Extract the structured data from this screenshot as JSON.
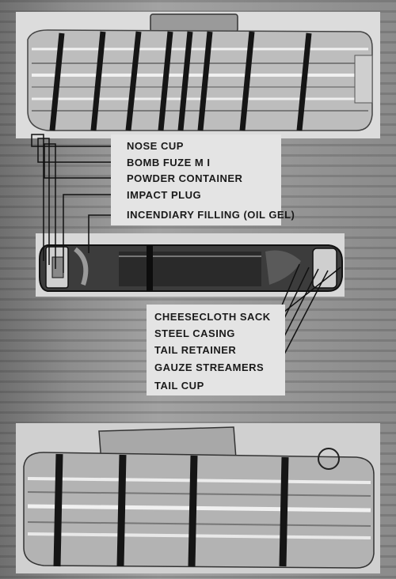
{
  "labels_top": [
    "NOSE CUP",
    "BOMB FUZE M I",
    "POWDER CONTAINER",
    "IMPACT PLUG",
    "INCENDIARY FILLING (OIL GEL)"
  ],
  "labels_bottom": [
    "CHEESECLOTH SACK",
    "STEEL CASING",
    "TAIL RETAINER",
    "GAUZE STREAMERS",
    "TAIL CUP"
  ]
}
